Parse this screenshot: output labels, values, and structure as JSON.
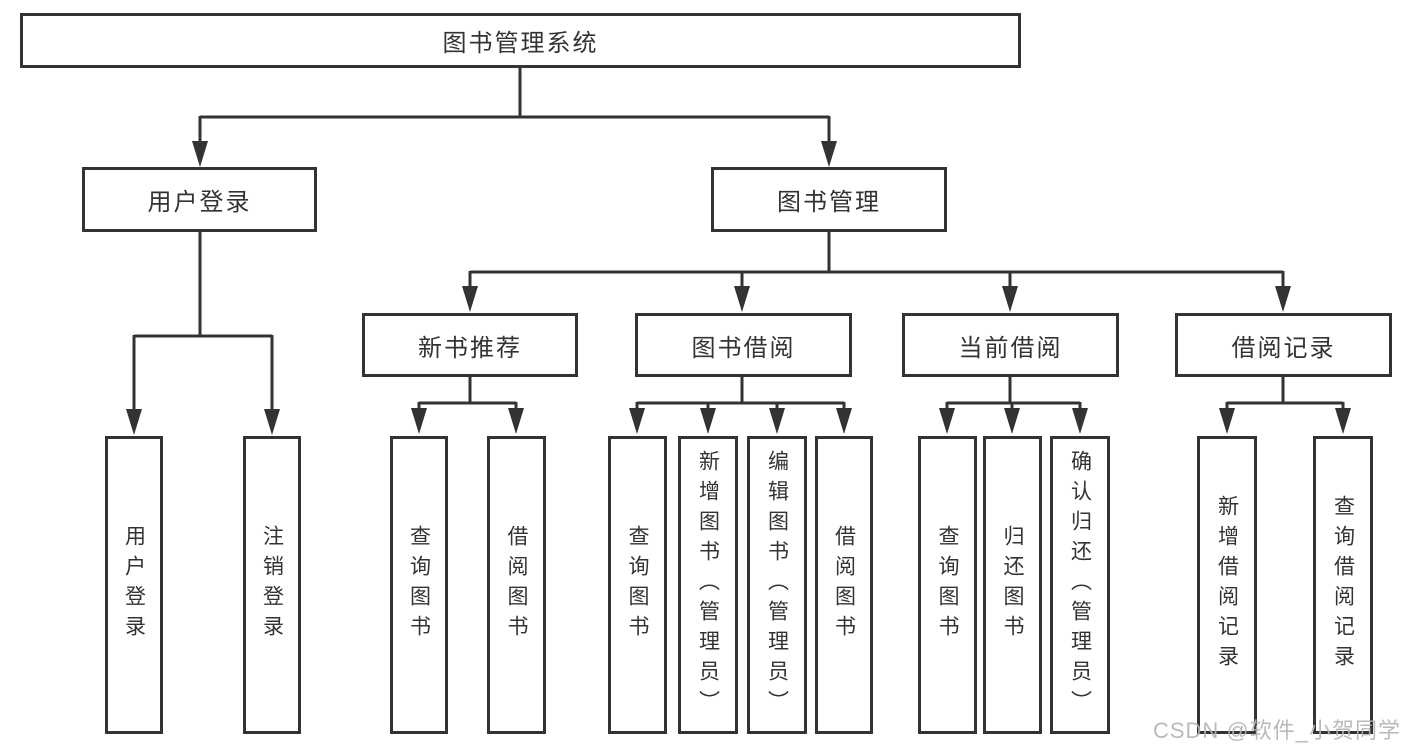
{
  "watermark": "CSDN @软件_小贺同学",
  "colors": {
    "line": "#333333",
    "text": "#333333",
    "box_background": "#ffffff",
    "watermark": "#b3b3b3",
    "background": "#ffffff"
  },
  "tree": {
    "label": "图书管理系统",
    "children": [
      {
        "label": "用户登录",
        "children": [
          {
            "label": "用户登录"
          },
          {
            "label": "注销登录"
          }
        ]
      },
      {
        "label": "图书管理",
        "children": [
          {
            "label": "新书推荐",
            "children": [
              {
                "label": "查询图书"
              },
              {
                "label": "借阅图书"
              }
            ]
          },
          {
            "label": "图书借阅",
            "children": [
              {
                "label": "查询图书"
              },
              {
                "label": "新增图书（管理员）"
              },
              {
                "label": "编辑图书（管理员）"
              },
              {
                "label": "借阅图书"
              }
            ]
          },
          {
            "label": "当前借阅",
            "children": [
              {
                "label": "查询图书"
              },
              {
                "label": "归还图书"
              },
              {
                "label": "确认归还（管理员）"
              }
            ]
          },
          {
            "label": "借阅记录",
            "children": [
              {
                "label": "新增借阅记录"
              },
              {
                "label": "查询借阅记录"
              }
            ]
          }
        ]
      }
    ]
  }
}
